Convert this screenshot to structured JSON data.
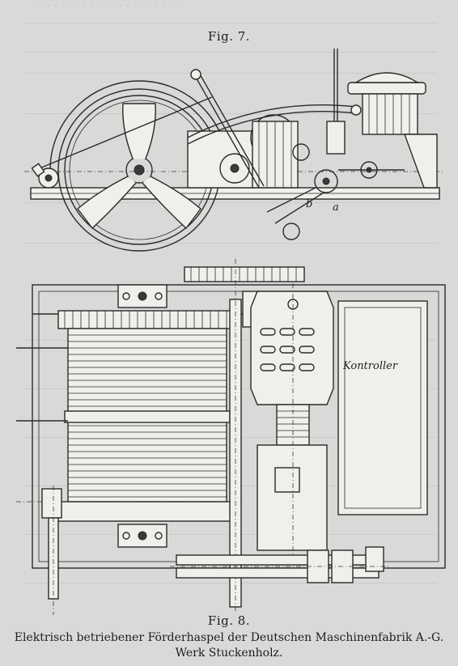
{
  "page": {
    "fig7_label": "Fig. 7.",
    "fig8_label": "Fig. 8.",
    "caption_line1": "Elektrisch betriebener Förderhaspel der Deutschen Maschinenfabrik A.-G.",
    "caption_line2": "Werk Stuckenholz."
  },
  "fig7": {
    "label_a": "a",
    "label_b": "b"
  },
  "fig8": {
    "controller_label": "Kontroller"
  },
  "colors": {
    "paper": "#d9d9d7",
    "ink": "#1e1e1e",
    "show_through": "#c4c4c2"
  }
}
